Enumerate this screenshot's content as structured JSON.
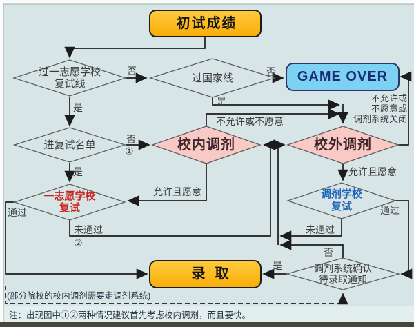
{
  "palette": {
    "bg": "#d8e5e7",
    "bg_light": "#e3eeef",
    "margin_white": "#fafcfc",
    "frame": "#9fabad",
    "line": "#1c1c1c",
    "diamond_stroke": "#5f5f5f",
    "orange_light": "#ffcb3e",
    "orange_dark": "#f9ad06",
    "blue_box": "#7dd2f4",
    "blue_box_border": "#2a3666",
    "pink": "#f9c9c5",
    "text_dark": "#151515",
    "text_gray": "#3d3d3d",
    "navy": "#1b2d73",
    "red": "#c8241e",
    "blue": "#1e66b8",
    "maroon": "#40262a",
    "note": "#273140",
    "band": "#45463c"
  },
  "nodes": {
    "start": {
      "label": "初试成绩"
    },
    "first_choice_line": {
      "label1": "过一志愿学校",
      "label2": "复试线"
    },
    "national_line": {
      "label": "过国家线"
    },
    "game_over": {
      "label": "GAME OVER"
    },
    "retest_list": {
      "label": "进复试名单"
    },
    "internal_adjust": {
      "label": "校内调剂"
    },
    "external_adjust": {
      "label": "校外调剂"
    },
    "first_choice_retest": {
      "label1": "一志愿学校",
      "label2": "复试"
    },
    "adjust_school_retest": {
      "label1": "调剂学校",
      "label2": "复试"
    },
    "admitted": {
      "label": "录取"
    },
    "system_confirm": {
      "label1": "调剂系统确认",
      "label2": "待录取通知"
    }
  },
  "labels": {
    "no_first_line": "否",
    "no_national": "否",
    "yes_national": "是",
    "yes_first_line": "是",
    "no_list": "否",
    "circle_one": "①",
    "yes_list": "是",
    "not_allowed_unwilling": "不允许或不愿意",
    "allowed_willing_internal": "允许且愿意",
    "reject_line1": "不允许或",
    "reject_line2": "不愿意或",
    "reject_line3": "调剂系统关闭",
    "allowed_willing_external": "允许且愿意",
    "pass_first": "通过",
    "fail_first": "未通过",
    "circle_two": "②",
    "fail_adjust": "未通过",
    "pass_adjust": "通过",
    "no_confirm": "否",
    "yes_confirm": "是"
  },
  "notes": {
    "dashed_note": "(部分院校的校内调剂需要走调剂系统)",
    "bottom_note": "注：出现图中①②两种情况建议首先考虑校内调剂，而且要快。"
  }
}
